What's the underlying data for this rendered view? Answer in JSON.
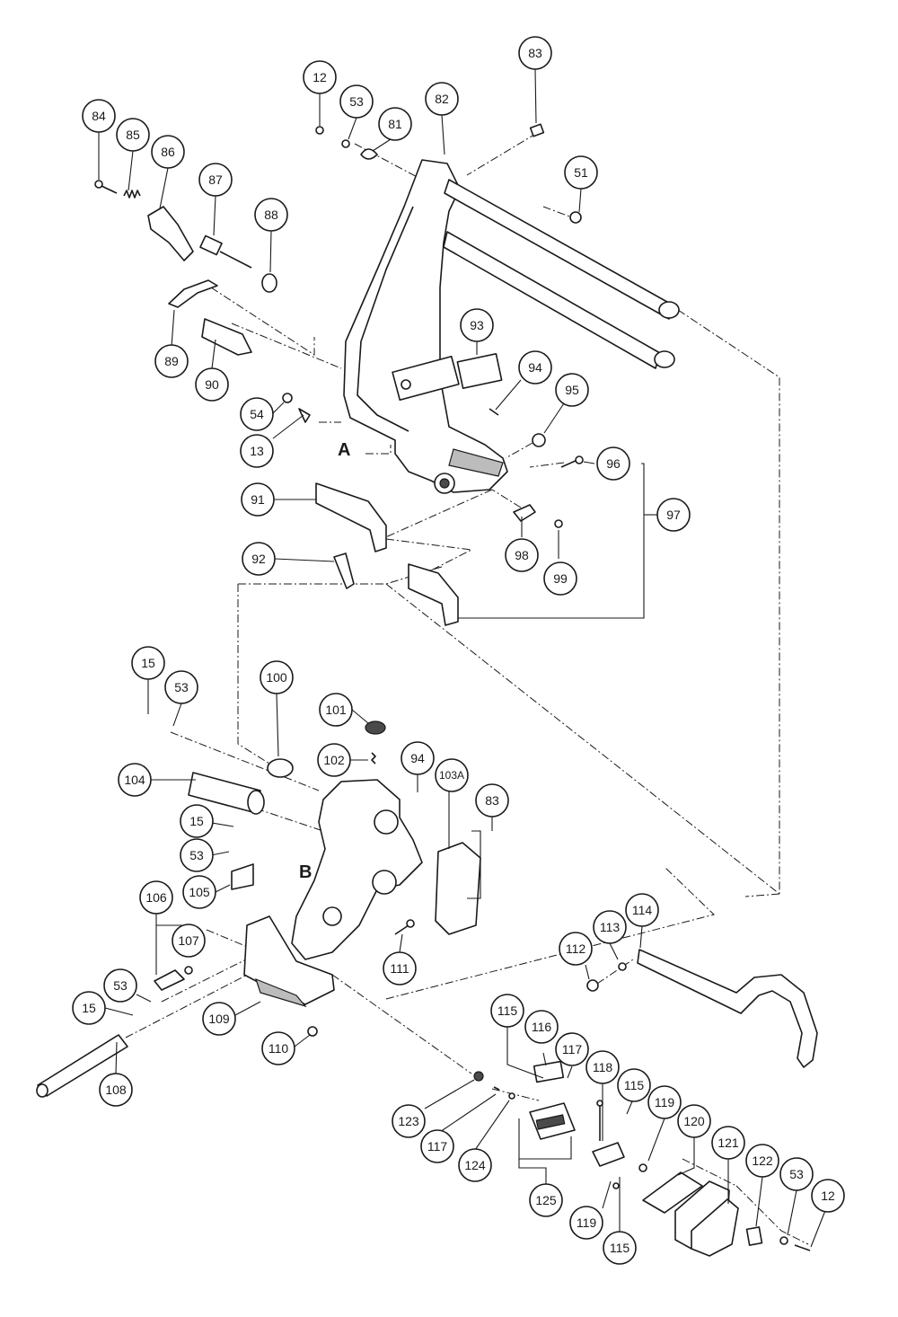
{
  "sections": {
    "a": "A",
    "b": "B"
  },
  "callouts": [
    {
      "id": "84",
      "label": "84"
    },
    {
      "id": "85",
      "label": "85"
    },
    {
      "id": "86",
      "label": "86"
    },
    {
      "id": "87",
      "label": "87"
    },
    {
      "id": "88",
      "label": "88"
    },
    {
      "id": "12a",
      "label": "12"
    },
    {
      "id": "53a",
      "label": "53"
    },
    {
      "id": "81",
      "label": "81"
    },
    {
      "id": "82",
      "label": "82"
    },
    {
      "id": "83a",
      "label": "83"
    },
    {
      "id": "51",
      "label": "51"
    },
    {
      "id": "89",
      "label": "89"
    },
    {
      "id": "90",
      "label": "90"
    },
    {
      "id": "93",
      "label": "93"
    },
    {
      "id": "94a",
      "label": "94"
    },
    {
      "id": "95",
      "label": "95"
    },
    {
      "id": "54",
      "label": "54"
    },
    {
      "id": "13",
      "label": "13"
    },
    {
      "id": "96",
      "label": "96"
    },
    {
      "id": "91",
      "label": "91"
    },
    {
      "id": "97",
      "label": "97"
    },
    {
      "id": "92",
      "label": "92"
    },
    {
      "id": "98",
      "label": "98"
    },
    {
      "id": "99",
      "label": "99"
    },
    {
      "id": "15a",
      "label": "15"
    },
    {
      "id": "53b",
      "label": "53"
    },
    {
      "id": "100",
      "label": "100"
    },
    {
      "id": "101",
      "label": "101"
    },
    {
      "id": "102",
      "label": "102"
    },
    {
      "id": "94b",
      "label": "94"
    },
    {
      "id": "104",
      "label": "104"
    },
    {
      "id": "103A",
      "label": "103A"
    },
    {
      "id": "15b",
      "label": "15"
    },
    {
      "id": "83b",
      "label": "83"
    },
    {
      "id": "53c",
      "label": "53"
    },
    {
      "id": "105",
      "label": "105"
    },
    {
      "id": "106",
      "label": "106"
    },
    {
      "id": "107",
      "label": "107"
    },
    {
      "id": "114",
      "label": "114"
    },
    {
      "id": "113",
      "label": "113"
    },
    {
      "id": "112",
      "label": "112"
    },
    {
      "id": "111",
      "label": "111"
    },
    {
      "id": "53d",
      "label": "53"
    },
    {
      "id": "15c",
      "label": "15"
    },
    {
      "id": "109",
      "label": "109"
    },
    {
      "id": "110",
      "label": "110"
    },
    {
      "id": "108",
      "label": "108"
    },
    {
      "id": "115a",
      "label": "115"
    },
    {
      "id": "116",
      "label": "116"
    },
    {
      "id": "117a",
      "label": "117"
    },
    {
      "id": "118",
      "label": "118"
    },
    {
      "id": "115b",
      "label": "115"
    },
    {
      "id": "119a",
      "label": "119"
    },
    {
      "id": "120",
      "label": "120"
    },
    {
      "id": "121",
      "label": "121"
    },
    {
      "id": "122",
      "label": "122"
    },
    {
      "id": "123",
      "label": "123"
    },
    {
      "id": "117b",
      "label": "117"
    },
    {
      "id": "124",
      "label": "124"
    },
    {
      "id": "125",
      "label": "125"
    },
    {
      "id": "119b",
      "label": "119"
    },
    {
      "id": "115c",
      "label": "115"
    },
    {
      "id": "53e",
      "label": "53"
    },
    {
      "id": "12b",
      "label": "12"
    }
  ]
}
